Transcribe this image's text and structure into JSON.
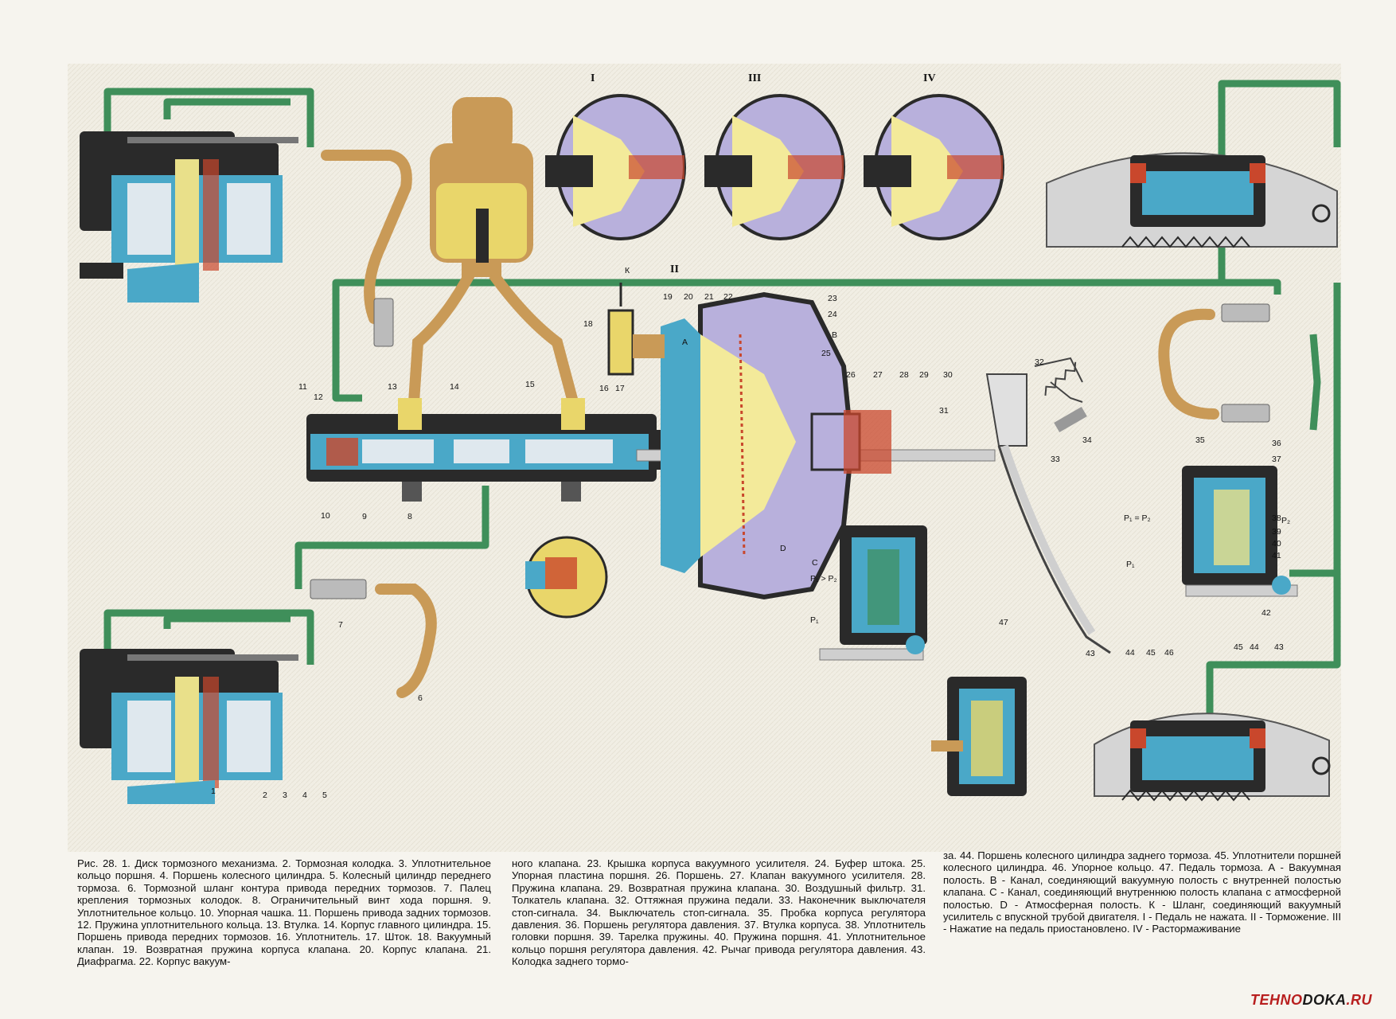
{
  "caption": {
    "col1": "Рис. 28. 1. Диск тормозного механизма. 2. Тормозная колодка. 3. Уплотнительное кольцо поршня. 4. Поршень колесного цилиндра. 5. Колесный цилиндр переднего тормоза. 6. Тормозной шланг контура привода передних тормозов. 7. Палец крепления тормозных колодок. 8. Ограничительный винт хода поршня. 9. Уплотнительное кольцо. 10. Упорная чашка. 11. Поршень привода задних тормозов. 12. Пружина уплотнительного кольца. 13. Втулка. 14. Корпус главного цилиндра. 15. Поршень привода передних тормозов. 16. Уплотнитель. 17. Шток. 18. Вакуумный клапан. 19. Возвратная пружина корпуса клапана. 20. Корпус клапана. 21. Диафрагма. 22. Корпус вакуум-",
    "col2": "ного клапана. 23. Крышка корпуса вакуумного усилителя. 24. Буфер штока. 25. Упорная пластина поршня. 26. Поршень. 27. Клапан вакуумного усилителя. 28. Пружина клапана. 29. Возвратная пружина клапана. 30. Воздушный фильтр. 31. Толкатель клапана. 32. Оттяжная пружина педали. 33. Наконечник выключателя стоп-сигнала. 34. Выключатель стоп-сигнала. 35. Пробка корпуса регулятора давления. 36. Поршень регулятора давления. 37. Втулка корпуса. 38. Уплотнитель головки поршня. 39. Тарелка пружины. 40. Пружина поршня. 41. Уплотнительное кольцо поршня регулятора давления. 42. Рычаг привода регулятора давления. 43. Колодка заднего тормо-",
    "col3": "за. 44. Поршень колесного цилиндра заднего тормоза. 45. Уплотнители поршней колесного цилиндра. 46. Упорное кольцо. 47. Педаль тормоза. А - Вакуумная полость. В - Канал, соединяющий вакуумную полость с внутренней полостью клапана. С - Канал, соединяющий внутреннюю полость клапана с атмосферной полостью. D - Атмосферная полость. К - Шланг, соединяющий вакуумный усилитель с впускной трубой двигателя. I - Педаль не нажата. II - Торможение. III - Нажатие на педаль приостановлено. IV - Растормаживание"
  },
  "roman": {
    "I": "I",
    "II": "II",
    "III": "III",
    "IV": "IV"
  },
  "letters": {
    "A": "A",
    "B": "B",
    "C": "C",
    "D": "D",
    "K": "К"
  },
  "pressure": {
    "p1p2": "P₁ = P₂",
    "p1gtp2": "P₁ > P₂",
    "p1": "P₁",
    "p2": "P₂"
  },
  "numbers": [
    "1",
    "2",
    "3",
    "4",
    "5",
    "6",
    "7",
    "8",
    "9",
    "10",
    "11",
    "12",
    "13",
    "14",
    "15",
    "16",
    "17",
    "18",
    "19",
    "20",
    "21",
    "22",
    "23",
    "24",
    "25",
    "26",
    "27",
    "28",
    "29",
    "30",
    "31",
    "32",
    "33",
    "34",
    "35",
    "36",
    "37",
    "38",
    "39",
    "40",
    "41",
    "42",
    "43",
    "44",
    "45",
    "46",
    "47"
  ],
  "watermark": {
    "left": "TEHNO",
    "mid": "DOKA",
    "right": ".RU"
  },
  "colors": {
    "pipe_green": "#3f8f5a",
    "fluid_yellow": "#e9d66a",
    "hose_tan": "#c99a57",
    "body_dark": "#2a2a2a",
    "cyan": "#4aa8c8",
    "lavender": "#b8b0dc",
    "red_seal": "#c9472c"
  }
}
